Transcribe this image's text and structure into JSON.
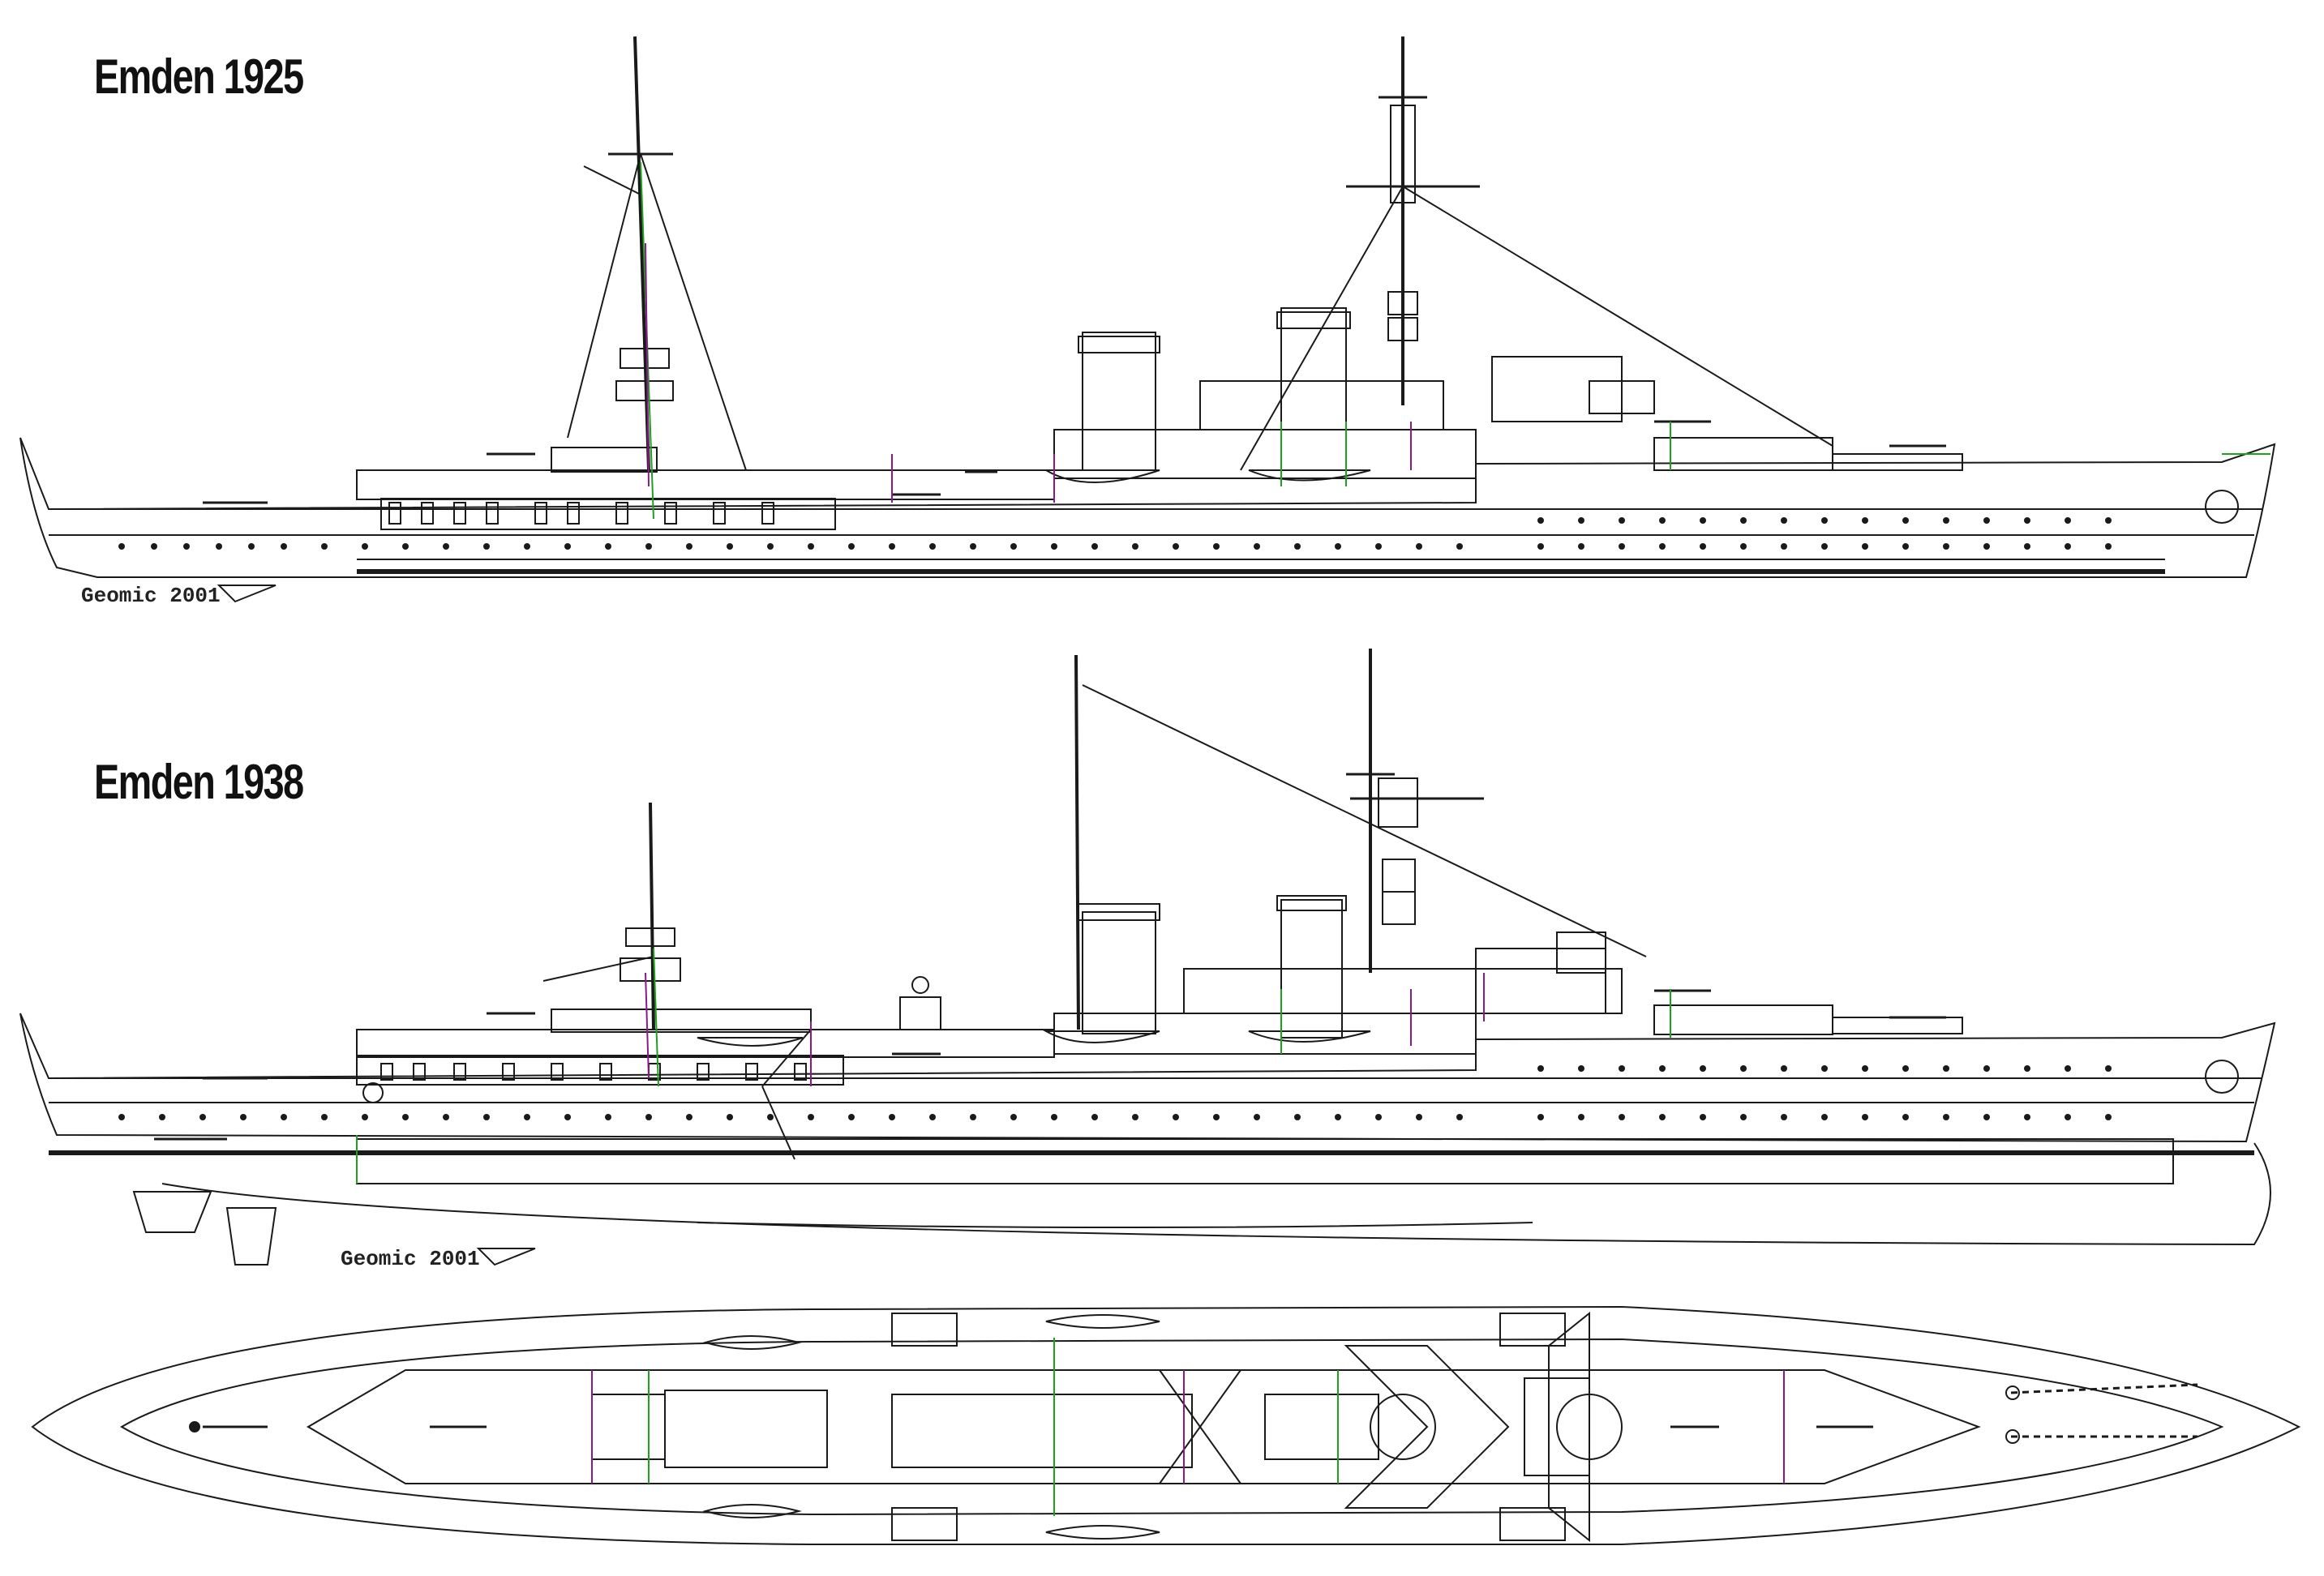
{
  "drawings": [
    {
      "title": "Emden 1925",
      "signature": "Geomic 2001"
    },
    {
      "title": "Emden 1938",
      "signature": "Geomic 2001"
    }
  ],
  "colors": {
    "line": "#1a1a1a",
    "accent_green": "#1fa01f",
    "accent_purple": "#8a1a8a"
  }
}
